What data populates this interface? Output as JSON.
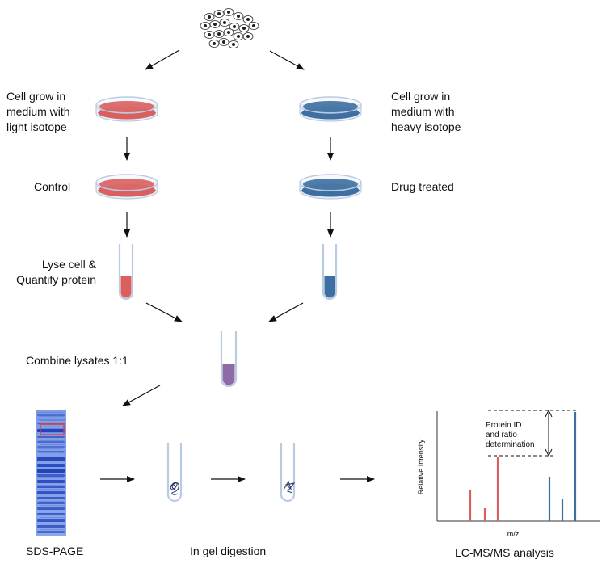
{
  "labels": {
    "light_growth": "Cell grow in\nmedium with\nlight isotope",
    "heavy_growth": "Cell grow in\nmedium with\nheavy isotope",
    "control": "Control",
    "drug_treated": "Drug treated",
    "lyse": "Lyse cell &\nQuantify protein",
    "combine": "Combine lysates 1:1",
    "sds_page": "SDS-PAGE",
    "in_gel": "In gel digestion",
    "lcms": "LC-MS/MS analysis"
  },
  "spectrum": {
    "ylabel": "Relative Intensity",
    "xlabel": "m/z",
    "annotation": "Protein ID\nand ratio\ndetermination"
  },
  "colors": {
    "light": "#d9605f",
    "heavy": "#3e6fa0",
    "mixed": "#8e6aa6",
    "tube_outline": "#b9cbe3",
    "gel": "#3d6ad6"
  },
  "icons": {
    "cells": "cell-cluster-icon",
    "dish": "petri-dish-icon",
    "tube": "test-tube-icon",
    "peptide": "peptide-coil-icon"
  }
}
